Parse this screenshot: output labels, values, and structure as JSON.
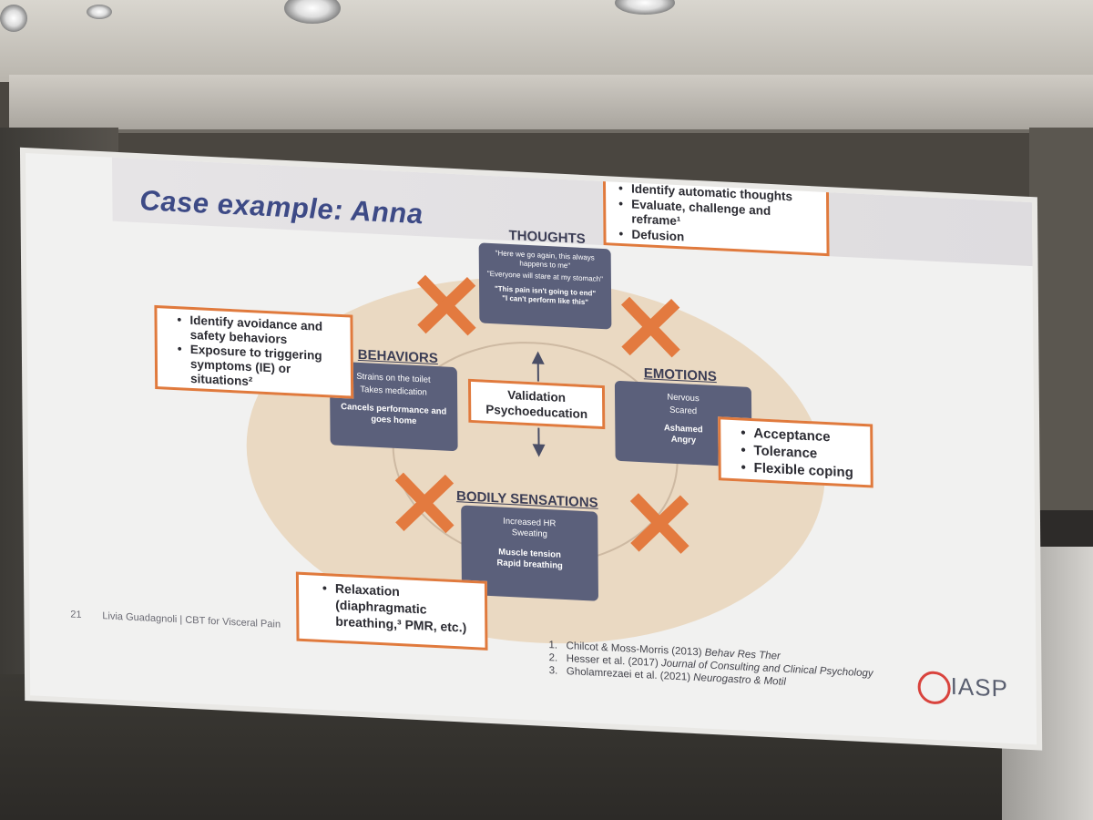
{
  "slide": {
    "title": "Case example: Anna",
    "sections": {
      "thoughts": {
        "label": "THOUGHTS",
        "lines": [
          "\"Here we go again, this always happens to me\"",
          "\"Everyone will stare at my stomach\"",
          "\"This pain isn't going to end\"",
          "\"I can't perform like this\""
        ]
      },
      "behaviors": {
        "label": "BEHAVIORS",
        "lines": [
          "Strains on the toilet",
          "Takes medication",
          "Cancels performance and goes home"
        ]
      },
      "emotions": {
        "label": "EMOTIONS",
        "lines": [
          "Nervous",
          "Scared",
          "Ashamed",
          "Angry"
        ]
      },
      "bodily": {
        "label": "BODILY SENSATIONS",
        "lines": [
          "Increased HR",
          "Sweating",
          "Muscle tension",
          "Rapid breathing"
        ]
      }
    },
    "center_box": {
      "line1": "Validation",
      "line2": "Psychoeducation"
    },
    "callouts": {
      "thoughts": [
        "Identify automatic thoughts",
        "Evaluate, challenge and reframe¹",
        "Defusion"
      ],
      "behaviors": [
        "Identify avoidance and safety behaviors",
        "Exposure to triggering symptoms (IE) or situations²"
      ],
      "emotions": [
        "Acceptance",
        "Tolerance",
        "Flexible coping"
      ],
      "bodily": [
        "Relaxation (diaphragmatic breathing,³ PMR, etc.)"
      ]
    },
    "footer": {
      "slide_number": "21",
      "presenter": "Livia Guadagnoli | CBT for Visceral Pain"
    },
    "references": [
      {
        "num": "1.",
        "authors": "Chilcot & Moss-Morris (2013)",
        "journal": "Behav Res Ther"
      },
      {
        "num": "2.",
        "authors": "Hesser et al. (2017)",
        "journal": "Journal of Consulting and Clinical Psychology"
      },
      {
        "num": "3.",
        "authors": "Gholamrezaei et al. (2021)",
        "journal": "Neurogastro & Motil"
      }
    ],
    "logo_text": "IASP",
    "colors": {
      "accent": "#e07a3d",
      "box": "#5b607b",
      "title": "#3d4a86",
      "ellipse": "#ead9c2"
    }
  }
}
